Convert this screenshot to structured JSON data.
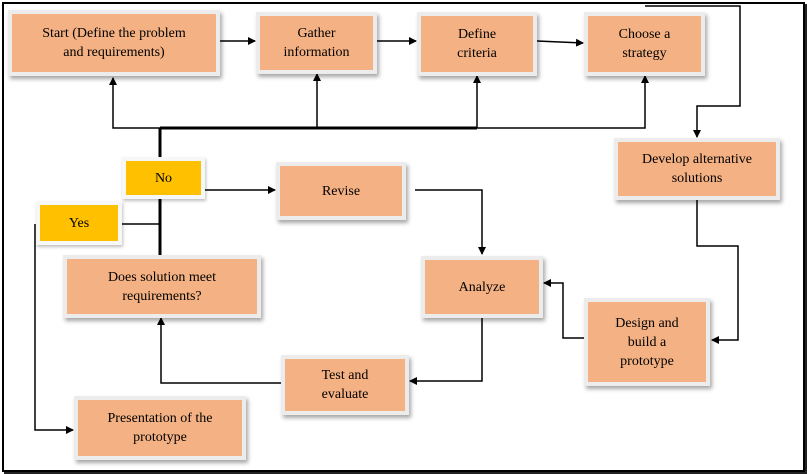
{
  "nodes": {
    "start": "Start (Define the problem\nand requirements)",
    "gather": "Gather\ninformation",
    "criteria": "Define\ncriteria",
    "strategy": "Choose a\nstrategy",
    "develop": "Develop alternative\nsolutions",
    "design": "Design and\nbuild a\nprototype",
    "analyze": "Analyze",
    "revise": "Revise",
    "test": "Test and\nevaluate",
    "check": "Does solution meet\nrequirements?",
    "present": "Presentation of the\nprototype"
  },
  "decisions": {
    "no": "No",
    "yes": "Yes"
  },
  "colors": {
    "box_fill": "#f4b183",
    "tag_fill": "#ffc000",
    "line": "#000000"
  }
}
